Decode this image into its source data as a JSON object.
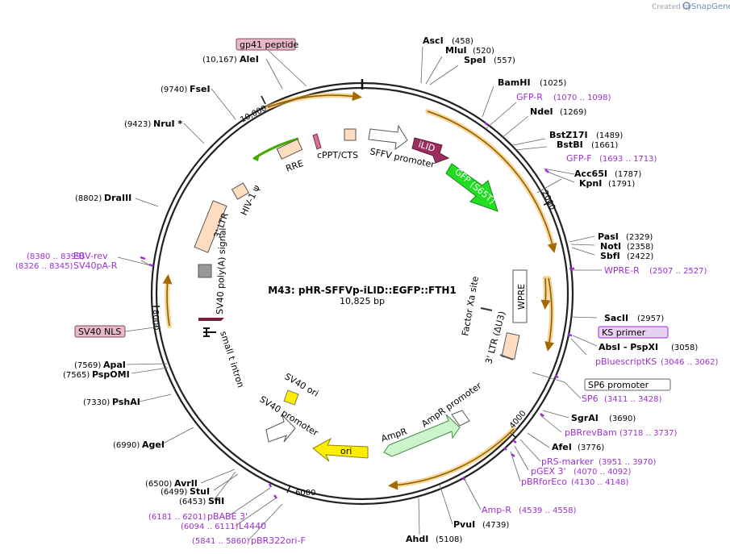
{
  "header": {
    "created_by": "Created by",
    "brand": "SnapGene"
  },
  "plasmid": {
    "name": "M43: pHR-SFFVp-iLID::EGFP::FTH1",
    "size": "10,825 bp"
  },
  "ticks": [
    "10,000",
    "2000",
    "4000",
    "6000",
    "8000"
  ],
  "features": {
    "iLID": "iLID",
    "gfp": "GFP (S65T)",
    "sffv": "SFFV promoter",
    "cppt": "cPPT/CTS",
    "rre": "RRE",
    "hiv": "HIV-1 ψ",
    "ltr5": "3' LTR",
    "sv40polya": "SV40 poly(A) signal",
    "smallt": "small t intron",
    "sv40ori": "SV40 ori",
    "sv40prom": "SV40 promoter",
    "ori": "ori",
    "ampr": "AmpR",
    "amprprom": "AmpR promoter",
    "ltr3": "3' LTR (ΔU3)",
    "factorxa": "Factor Xa site",
    "wpre": "WPRE"
  },
  "boxes": {
    "gp41": "gp41 peptide",
    "sv40nls": "SV40 NLS",
    "ks": "KS primer",
    "sp6prom": "SP6 promoter"
  },
  "enzymes": [
    {
      "name": "AscI",
      "pos": "(458)"
    },
    {
      "name": "MluI",
      "pos": "(520)"
    },
    {
      "name": "SpeI",
      "pos": "(557)"
    },
    {
      "name": "BamHI",
      "pos": "(1025)"
    },
    {
      "name": "NdeI",
      "pos": "(1269)"
    },
    {
      "name": "BstZ17I",
      "pos": "(1489)"
    },
    {
      "name": "BstBI",
      "pos": "(1661)"
    },
    {
      "name": "Acc65I",
      "pos": "(1787)"
    },
    {
      "name": "KpnI",
      "pos": "(1791)"
    },
    {
      "name": "PasI",
      "pos": "(2329)"
    },
    {
      "name": "NotI",
      "pos": "(2358)"
    },
    {
      "name": "SbfI",
      "pos": "(2422)"
    },
    {
      "name": "SacII",
      "pos": "(2957)"
    },
    {
      "name": "AbsI - PspXI",
      "pos": "(3058)"
    },
    {
      "name": "SgrAI",
      "pos": "(3690)"
    },
    {
      "name": "AfeI",
      "pos": "(3776)"
    },
    {
      "name": "PvuI",
      "pos": "(4739)"
    },
    {
      "name": "AhdI",
      "pos": "(5108)"
    },
    {
      "name": "SfiI",
      "pos": "(6453)"
    },
    {
      "name": "StuI",
      "pos": "(6499)"
    },
    {
      "name": "AvrII",
      "pos": "(6500)"
    },
    {
      "name": "AgeI",
      "pos": "(6990)"
    },
    {
      "name": "PshAI",
      "pos": "(7330)"
    },
    {
      "name": "PspOMI",
      "pos": "(7565)"
    },
    {
      "name": "ApaI",
      "pos": "(7569)"
    },
    {
      "name": "DraIII",
      "pos": "(8802)"
    },
    {
      "name": "NruI *",
      "pos": "(9423)"
    },
    {
      "name": "FseI",
      "pos": "(9740)"
    },
    {
      "name": "AleI",
      "pos": "(10,167)"
    }
  ],
  "primers": [
    {
      "name": "GFP-R",
      "pos": "(1070 .. 1098)"
    },
    {
      "name": "GFP-F",
      "pos": "(1693 .. 1713)"
    },
    {
      "name": "WPRE-R",
      "pos": "(2507 .. 2527)"
    },
    {
      "name": "pBluescriptKS",
      "pos": "(3046 .. 3062)"
    },
    {
      "name": "SP6",
      "pos": "(3411 .. 3428)"
    },
    {
      "name": "pBRrevBam",
      "pos": "(3718 .. 3737)"
    },
    {
      "name": "pRS-marker",
      "pos": "(3951 .. 3970)"
    },
    {
      "name": "pGEX 3'",
      "pos": "(4070 .. 4092)"
    },
    {
      "name": "pBRforEco",
      "pos": "(4130 .. 4148)"
    },
    {
      "name": "Amp-R",
      "pos": "(4539 .. 4558)"
    },
    {
      "name": "pBABE 3'",
      "pos": "(6181 .. 6201)"
    },
    {
      "name": "L4440",
      "pos": "(6094 .. 6111)"
    },
    {
      "name": "pBR322ori-F",
      "pos": "(5841 .. 5860)"
    },
    {
      "name": "EBV-rev",
      "pos": "(8380 .. 8399)"
    },
    {
      "name": "SV40pA-R",
      "pos": "(8326 .. 8345)"
    }
  ],
  "colors": {
    "ring": "#222222",
    "orf": "#f0b43c",
    "primer": "#9b30d0",
    "gfp": "#22dd22",
    "ilid": "#9c2d5f",
    "ori": "#ffee00",
    "ampr": "#ccf5cc",
    "feature": "#fddcc0"
  }
}
